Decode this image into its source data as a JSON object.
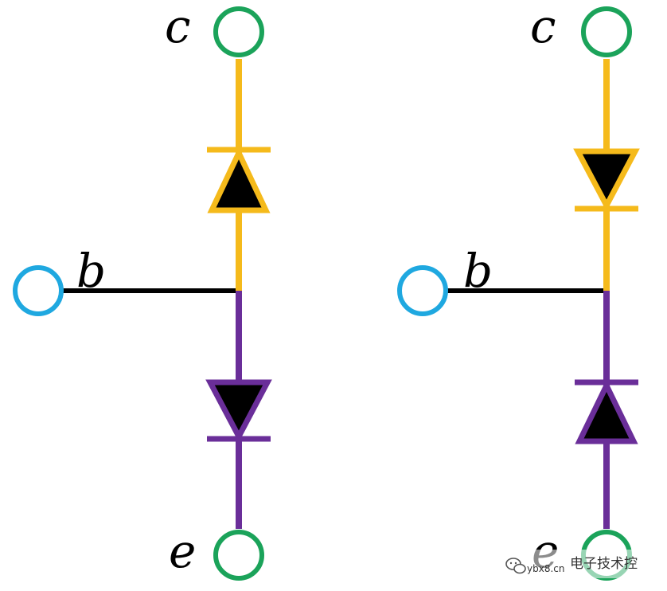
{
  "colors": {
    "collector_branch": "#F5BA1B",
    "emitter_branch": "#6A2E99",
    "base_wire": "#000000",
    "collector_emitter_terminal": "#1BA35A",
    "base_terminal": "#1FA8E0",
    "diode_fill": "#000000"
  },
  "diagrams": [
    {
      "labels": {
        "collector": "c",
        "base": "b",
        "emitter": "e"
      }
    },
    {
      "labels": {
        "collector": "c",
        "base": "b",
        "emitter": "e"
      }
    }
  ],
  "watermark": {
    "icon": "wechat-icon",
    "text_small": "ybx8.cn",
    "text": "电子技术控"
  }
}
